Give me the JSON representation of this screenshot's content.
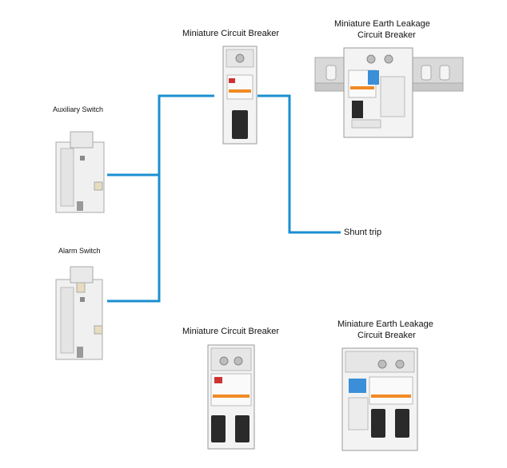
{
  "labels": {
    "aux_switch": "Auxiliary Switch",
    "alarm_switch": "Alarm Switch",
    "mcb_top": "Miniature Circuit Breaker",
    "elcb_top_line1": "Miniature Earth Leakage",
    "elcb_top_line2": "Circuit Breaker",
    "shunt_trip": "Shunt trip",
    "mcb_bottom": "Miniature Circuit Breaker",
    "elcb_bottom_line1": "Miniature Earth Leakage",
    "elcb_bottom_line2": "Circuit Breaker"
  },
  "colors": {
    "connector": "#1b8fd0",
    "device_body": "#f3f3f3",
    "device_edge": "#9a9a9a",
    "handle": "#2a2a2a",
    "orange_label": "#f08a24",
    "blue_button": "#3a8fd8",
    "din_rail": "#d6d6d6"
  },
  "icons": [
    "connector-lines",
    "auxiliary-switch-device",
    "alarm-switch-device",
    "mcb-device",
    "elcb-device",
    "din-rail"
  ]
}
